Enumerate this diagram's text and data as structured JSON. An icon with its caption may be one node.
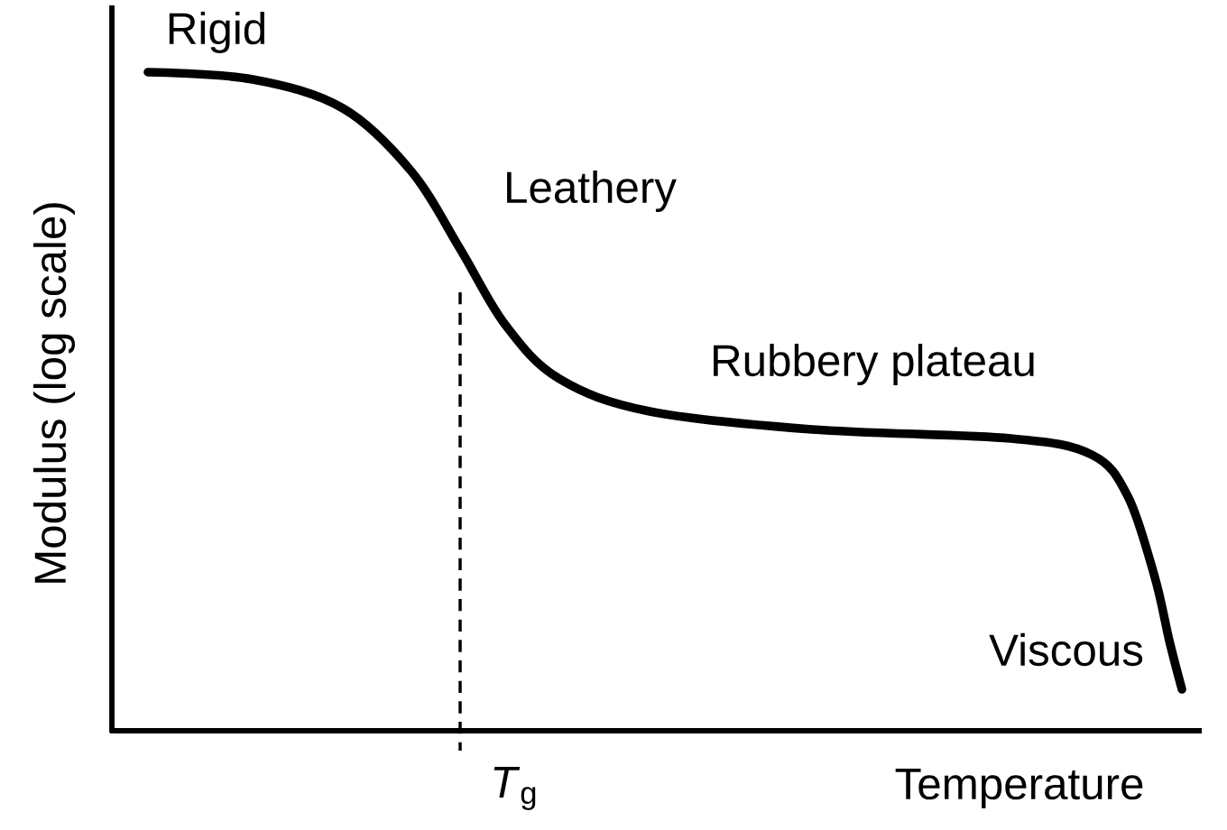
{
  "diagram": {
    "labels": [
      "Rigid",
      "Leathery",
      "Rubbery plateau",
      "Viscous",
      "*T*$_{g}$",
      "Temperature",
      "Modulus (log scale)"
    ]
  }
}
